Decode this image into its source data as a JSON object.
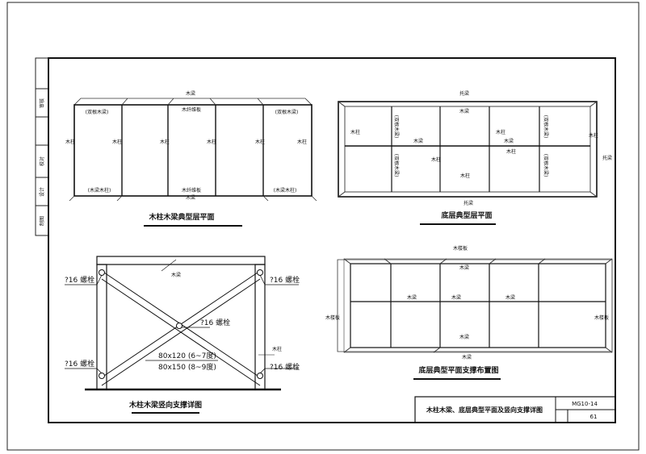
{
  "drawing_number": "MG10-14",
  "page_number": "61",
  "sheet_title": "木柱木梁、底层典型平面及竖向支撑详图",
  "side_strip": {
    "labels": [
      "审核",
      "校对",
      "设计",
      "制图"
    ]
  },
  "plan_wood_beam": {
    "title": "木柱木梁典型层平面",
    "top_label": "木梁",
    "bottom_label": "木梁",
    "tag_a": "(双根木梁)",
    "tag_b": "木纤维板",
    "tag_c": "(木梁木柱)",
    "col_label": "木柱"
  },
  "plan_ground_steel": {
    "title": "底层典型层平面",
    "top_label": "托梁",
    "bottom_label": "托梁",
    "side_label": "托梁",
    "mid_label": "木梁",
    "tag_a": "(双根木梁)",
    "tag_b": "木梁",
    "col_label": "木柱"
  },
  "plan_ground_brace": {
    "title": "底层典型平面支撑布置图",
    "top_label": "木楼板",
    "mid_label": "木梁",
    "bottom_label": "木梁",
    "side_left": "木楼板",
    "side_right": "木楼板",
    "tag_a": "木梁",
    "tag_b": "木梁",
    "tag_c": "木梁"
  },
  "bracing_elevation": {
    "title": "木柱木梁竖向支撑详图",
    "top_beam_label": "木梁",
    "column_label": "木柱",
    "bolt_label": "?16 螺栓",
    "center_bolt_label": "?16 螺栓",
    "size1": "80x120 (6~7度)",
    "size2": "80x150 (8~9度)"
  }
}
